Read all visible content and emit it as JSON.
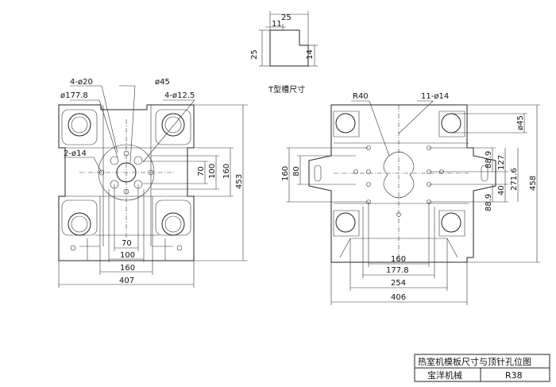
{
  "tslot": {
    "caption": "T型槽尺寸",
    "width_total": "25",
    "width_top": "11",
    "height_total": "25",
    "height_neck": "14"
  },
  "left_view": {
    "holes_20": "4-ø20",
    "bore_45": "ø45",
    "pcd_177": "ø177.8",
    "holes_12": "4-ø12.5",
    "holes_14": "2-ø14",
    "dim_70v": "70",
    "dim_100v": "100",
    "dim_160v": "160",
    "dim_453": "453",
    "dim_70h": "70",
    "dim_100h": "100",
    "dim_160h": "160",
    "dim_407": "407"
  },
  "right_view": {
    "radius": "R40",
    "holes_11": "11-ø14",
    "dim_45": "ø45",
    "dim_88_9a": "88.9",
    "dim_127": "127",
    "dim_40": "40",
    "dim_88_9b": "88.9",
    "dim_271": "271.6",
    "dim_458": "458",
    "dim_160v": "160",
    "dim_80v": "80",
    "dim_160h": "160",
    "dim_177": "177.8",
    "dim_254": "254",
    "dim_406": "406"
  },
  "title_block": {
    "title": "热室机模板尺寸与顶针孔位图",
    "company": "宝洋机械",
    "model": "R38"
  }
}
